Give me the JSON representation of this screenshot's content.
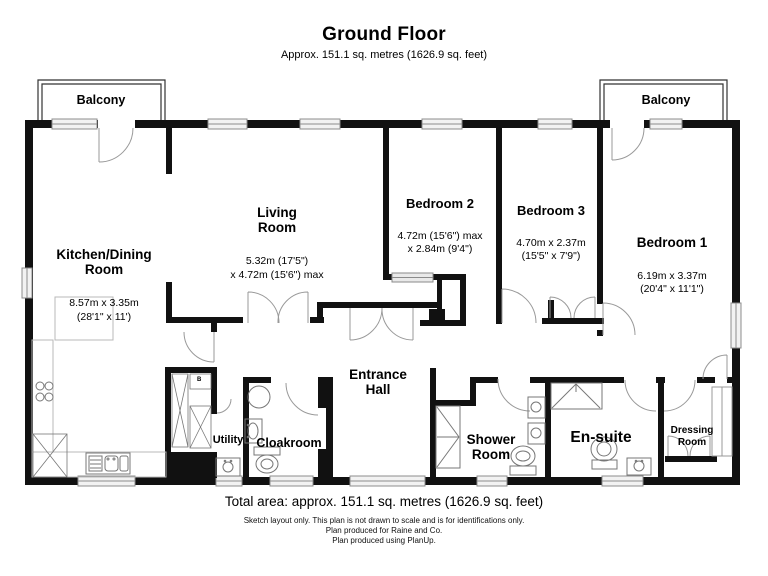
{
  "title": "Ground Floor",
  "subtitle": "Approx. 151.1 sq. metres (1626.9 sq. feet)",
  "balconies": {
    "left": "Balcony",
    "right": "Balcony"
  },
  "rooms": {
    "kitchen_dining": {
      "name": "Kitchen/Dining\nRoom",
      "dims": "8.57m x 3.35m\n(28'1\" x 11')"
    },
    "living": {
      "name": "Living\nRoom",
      "dims": "5.32m (17'5\")\nx 4.72m (15'6\") max"
    },
    "bedroom2": {
      "name": "Bedroom 2",
      "dims": "4.72m (15'6\") max\nx 2.84m (9'4\")"
    },
    "bedroom3": {
      "name": "Bedroom 3",
      "dims": "4.70m x 2.37m\n(15'5\" x 7'9\")"
    },
    "bedroom1": {
      "name": "Bedroom 1",
      "dims": "6.19m x 3.37m\n(20'4\" x 11'1\")"
    },
    "entrance_hall": {
      "name": "Entrance\nHall"
    },
    "utility": {
      "name": "Utility"
    },
    "cloakroom": {
      "name": "Cloakroom"
    },
    "shower_room": {
      "name": "Shower\nRoom"
    },
    "ensuite": {
      "name": "En-suite"
    },
    "dressing": {
      "name": "Dressing\nRoom"
    },
    "boiler_label": "B"
  },
  "footer": {
    "total_area": "Total area: approx. 151.1 sq. metres (1626.9 sq. feet)",
    "note1": "Sketch layout only. This plan is not drawn to scale and is for identifications only.",
    "note2": "Plan produced for Raine and Co.",
    "note3": "Plan produced using PlanUp."
  }
}
